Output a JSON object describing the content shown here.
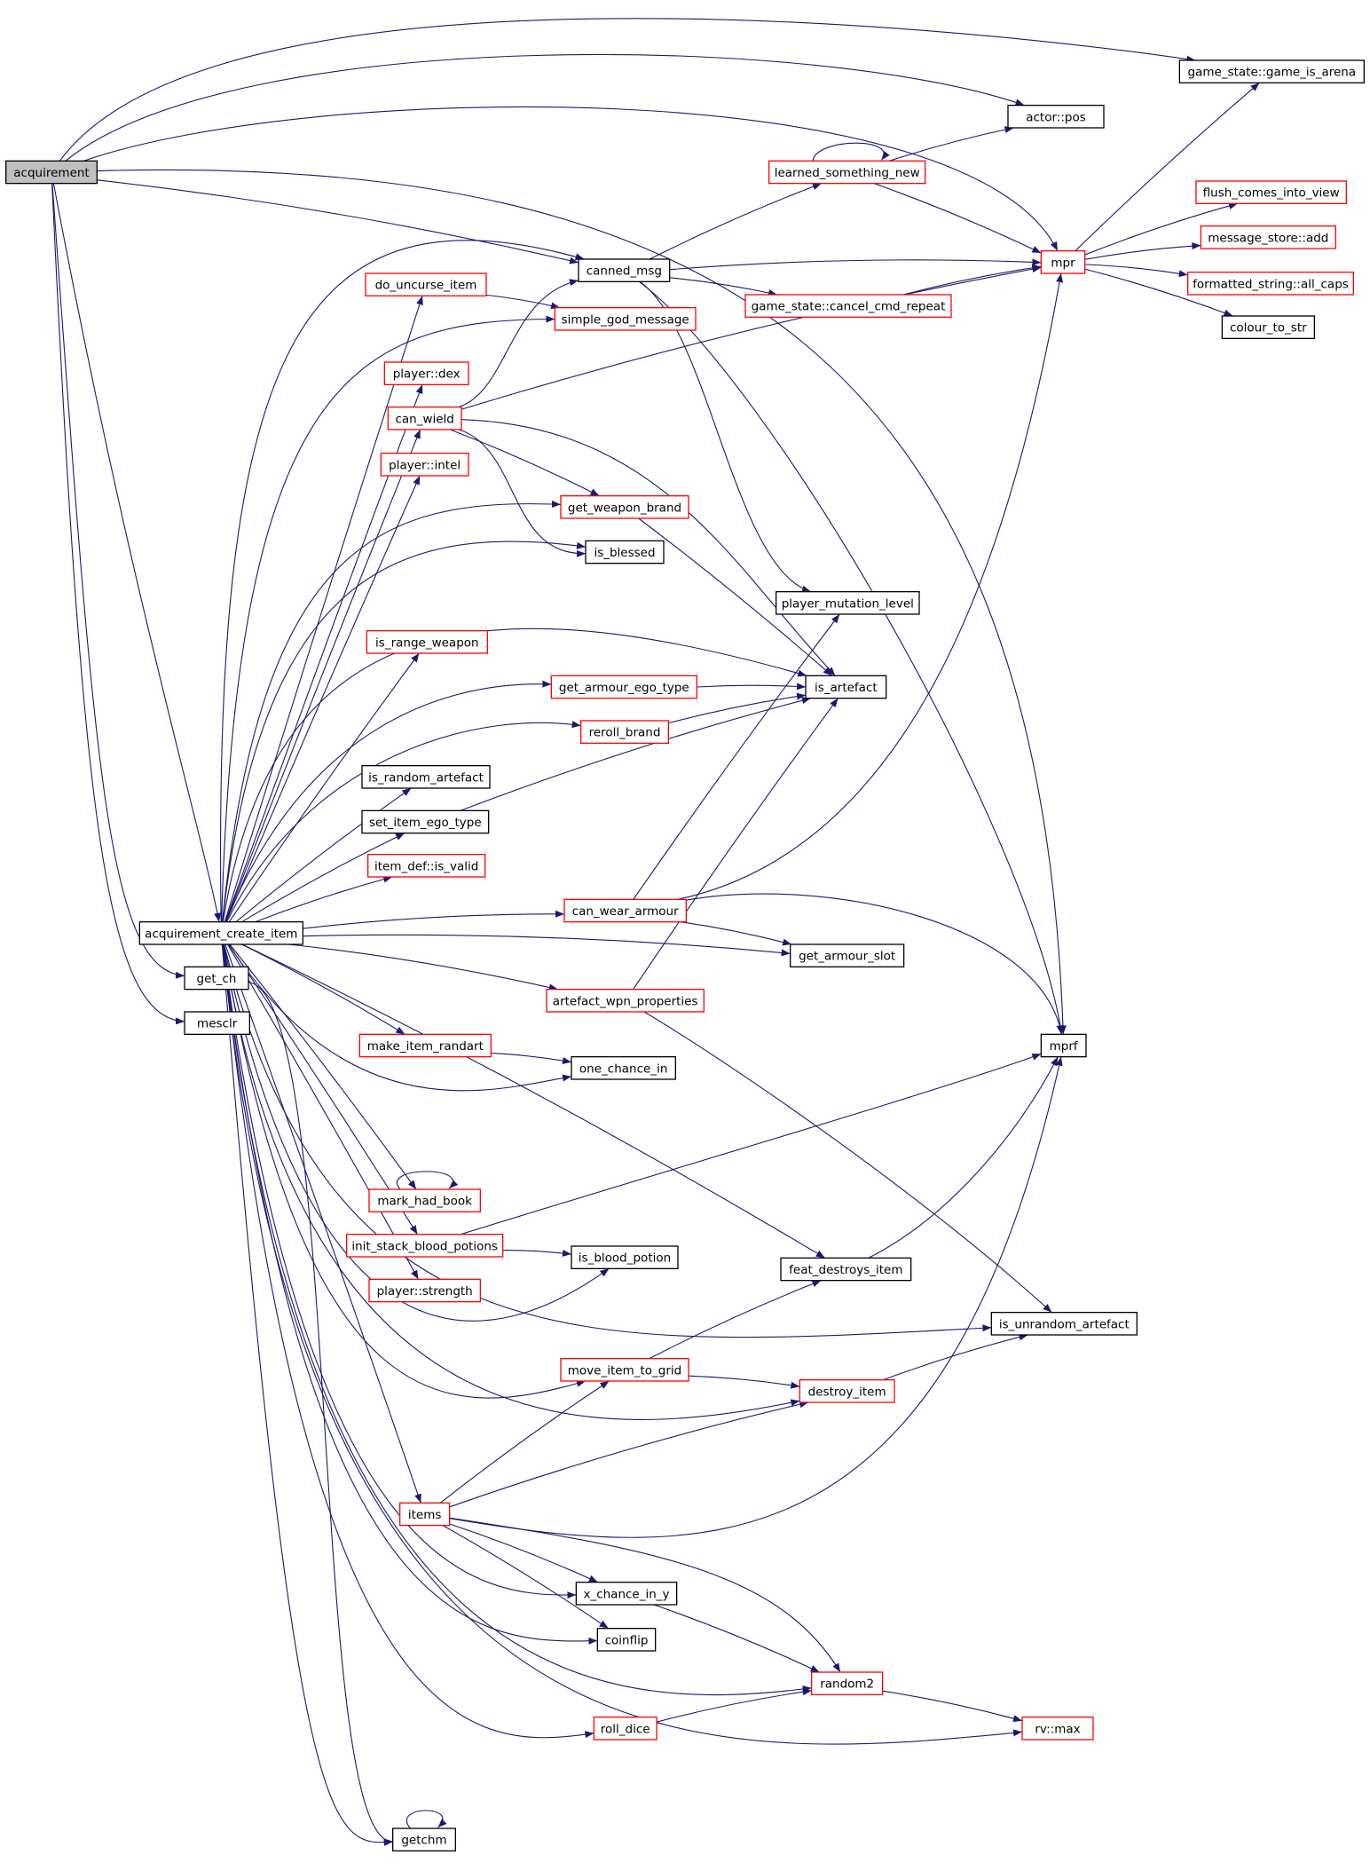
{
  "diagram": {
    "colors": {
      "edge": "#191970",
      "border_normal": "#000000",
      "border_red": "#ff0000",
      "root_fill": "#bfbfbf",
      "node_fill": "#ffffff"
    },
    "nodes": [
      {
        "id": "n_acq",
        "label": "acquirement",
        "style": "root"
      },
      {
        "id": "n_acqci",
        "label": "acquirement_create_item",
        "style": "black"
      },
      {
        "id": "n_getch",
        "label": "get_ch",
        "style": "black"
      },
      {
        "id": "n_mesclr",
        "label": "mesclr",
        "style": "black"
      },
      {
        "id": "n_arena",
        "label": "game_state::game_is_arena",
        "style": "black"
      },
      {
        "id": "n_pos",
        "label": "actor::pos",
        "style": "black"
      },
      {
        "id": "n_learn",
        "label": "learned_something_new",
        "style": "red"
      },
      {
        "id": "n_mpr",
        "label": "mpr",
        "style": "red"
      },
      {
        "id": "n_flush",
        "label": "flush_comes_into_view",
        "style": "red"
      },
      {
        "id": "n_msgadd",
        "label": "message_store::add",
        "style": "red"
      },
      {
        "id": "n_allcaps",
        "label": "formatted_string::all_caps",
        "style": "red"
      },
      {
        "id": "n_colstr",
        "label": "colour_to_str",
        "style": "black"
      },
      {
        "id": "n_canned",
        "label": "canned_msg",
        "style": "black"
      },
      {
        "id": "n_cancel",
        "label": "game_state::cancel_cmd_repeat",
        "style": "red"
      },
      {
        "id": "n_uncurse",
        "label": "do_uncurse_item",
        "style": "red"
      },
      {
        "id": "n_sgm",
        "label": "simple_god_message",
        "style": "red"
      },
      {
        "id": "n_dex",
        "label": "player::dex",
        "style": "red"
      },
      {
        "id": "n_wield",
        "label": "can_wield",
        "style": "red"
      },
      {
        "id": "n_intel",
        "label": "player::intel",
        "style": "red"
      },
      {
        "id": "n_gwb",
        "label": "get_weapon_brand",
        "style": "red"
      },
      {
        "id": "n_blessed",
        "label": "is_blessed",
        "style": "black"
      },
      {
        "id": "n_pml",
        "label": "player_mutation_level",
        "style": "black"
      },
      {
        "id": "n_range",
        "label": "is_range_weapon",
        "style": "red"
      },
      {
        "id": "n_gaet",
        "label": "get_armour_ego_type",
        "style": "red"
      },
      {
        "id": "n_artefact",
        "label": "is_artefact",
        "style": "black"
      },
      {
        "id": "n_reroll",
        "label": "reroll_brand",
        "style": "red"
      },
      {
        "id": "n_randart",
        "label": "is_random_artefact",
        "style": "black"
      },
      {
        "id": "n_siet",
        "label": "set_item_ego_type",
        "style": "black"
      },
      {
        "id": "n_valid",
        "label": "item_def::is_valid",
        "style": "red"
      },
      {
        "id": "n_cwa",
        "label": "can_wear_armour",
        "style": "red"
      },
      {
        "id": "n_gas",
        "label": "get_armour_slot",
        "style": "black"
      },
      {
        "id": "n_awp",
        "label": "artefact_wpn_properties",
        "style": "red"
      },
      {
        "id": "n_mpf",
        "label": "mprf",
        "style": "black"
      },
      {
        "id": "n_mir",
        "label": "make_item_randart",
        "style": "red"
      },
      {
        "id": "n_oci",
        "label": "one_chance_in",
        "style": "black"
      },
      {
        "id": "n_mhb",
        "label": "mark_had_book",
        "style": "red"
      },
      {
        "id": "n_isbp",
        "label": "init_stack_blood_potions",
        "style": "red"
      },
      {
        "id": "n_ibp",
        "label": "is_blood_potion",
        "style": "black"
      },
      {
        "id": "n_fdi",
        "label": "feat_destroys_item",
        "style": "black"
      },
      {
        "id": "n_str",
        "label": "player::strength",
        "style": "red"
      },
      {
        "id": "n_iua",
        "label": "is_unrandom_artefact",
        "style": "black"
      },
      {
        "id": "n_mitg",
        "label": "move_item_to_grid",
        "style": "red"
      },
      {
        "id": "n_destroy",
        "label": "destroy_item",
        "style": "red"
      },
      {
        "id": "n_items",
        "label": "items",
        "style": "red"
      },
      {
        "id": "n_xcy",
        "label": "x_chance_in_y",
        "style": "black"
      },
      {
        "id": "n_coin",
        "label": "coinflip",
        "style": "black"
      },
      {
        "id": "n_random2",
        "label": "random2",
        "style": "red"
      },
      {
        "id": "n_roll",
        "label": "roll_dice",
        "style": "red"
      },
      {
        "id": "n_max",
        "label": "rv::max",
        "style": "red"
      },
      {
        "id": "n_getchm",
        "label": "getchm",
        "style": "black"
      }
    ],
    "edges": [
      {
        "from": "n_acq",
        "to": "n_arena"
      },
      {
        "from": "n_acq",
        "to": "n_pos"
      },
      {
        "from": "n_acq",
        "to": "n_mpr"
      },
      {
        "from": "n_acq",
        "to": "n_canned"
      },
      {
        "from": "n_acq",
        "to": "n_mpf"
      },
      {
        "from": "n_acq",
        "to": "n_acqci"
      },
      {
        "from": "n_acq",
        "to": "n_getch"
      },
      {
        "from": "n_acq",
        "to": "n_mesclr"
      },
      {
        "from": "n_learn",
        "to": "n_learn"
      },
      {
        "from": "n_learn",
        "to": "n_pos"
      },
      {
        "from": "n_learn",
        "to": "n_mpr"
      },
      {
        "from": "n_mpr",
        "to": "n_arena"
      },
      {
        "from": "n_mpr",
        "to": "n_flush"
      },
      {
        "from": "n_mpr",
        "to": "n_msgadd"
      },
      {
        "from": "n_mpr",
        "to": "n_allcaps"
      },
      {
        "from": "n_mpr",
        "to": "n_colstr"
      },
      {
        "from": "n_canned",
        "to": "n_learn"
      },
      {
        "from": "n_canned",
        "to": "n_mpr"
      },
      {
        "from": "n_canned",
        "to": "n_cancel"
      },
      {
        "from": "n_canned",
        "to": "n_pml"
      },
      {
        "from": "n_canned",
        "to": "n_mpf"
      },
      {
        "from": "n_cancel",
        "to": "n_mpr"
      },
      {
        "from": "n_uncurse",
        "to": "n_sgm"
      },
      {
        "from": "n_wield",
        "to": "n_canned"
      },
      {
        "from": "n_wield",
        "to": "n_mpr"
      },
      {
        "from": "n_wield",
        "to": "n_gwb"
      },
      {
        "from": "n_wield",
        "to": "n_blessed"
      },
      {
        "from": "n_wield",
        "to": "n_artefact"
      },
      {
        "from": "n_gwb",
        "to": "n_artefact"
      },
      {
        "from": "n_gaet",
        "to": "n_artefact"
      },
      {
        "from": "n_reroll",
        "to": "n_artefact"
      },
      {
        "from": "n_siet",
        "to": "n_artefact"
      },
      {
        "from": "n_cwa",
        "to": "n_pml"
      },
      {
        "from": "n_cwa",
        "to": "n_mpr"
      },
      {
        "from": "n_cwa",
        "to": "n_gas"
      },
      {
        "from": "n_cwa",
        "to": "n_mpf"
      },
      {
        "from": "n_awp",
        "to": "n_artefact"
      },
      {
        "from": "n_awp",
        "to": "n_iua"
      },
      {
        "from": "n_mir",
        "to": "n_oci"
      },
      {
        "from": "n_mhb",
        "to": "n_mhb"
      },
      {
        "from": "n_isbp",
        "to": "n_mpf"
      },
      {
        "from": "n_isbp",
        "to": "n_ibp"
      },
      {
        "from": "n_fdi",
        "to": "n_mpf"
      },
      {
        "from": "n_mitg",
        "to": "n_fdi"
      },
      {
        "from": "n_mitg",
        "to": "n_destroy"
      },
      {
        "from": "n_destroy",
        "to": "n_iua"
      },
      {
        "from": "n_items",
        "to": "n_mitg"
      },
      {
        "from": "n_items",
        "to": "n_destroy"
      },
      {
        "from": "n_items",
        "to": "n_mpf"
      },
      {
        "from": "n_items",
        "to": "n_xcy"
      },
      {
        "from": "n_items",
        "to": "n_coin"
      },
      {
        "from": "n_items",
        "to": "n_random2"
      },
      {
        "from": "n_xcy",
        "to": "n_random2"
      },
      {
        "from": "n_random2",
        "to": "n_max"
      },
      {
        "from": "n_roll",
        "to": "n_random2"
      },
      {
        "from": "n_getchm",
        "to": "n_getchm"
      },
      {
        "from": "n_getch",
        "to": "n_getchm"
      },
      {
        "from": "n_acqci",
        "to": "n_canned"
      },
      {
        "from": "n_acqci",
        "to": "n_uncurse"
      },
      {
        "from": "n_acqci",
        "to": "n_sgm"
      },
      {
        "from": "n_acqci",
        "to": "n_dex"
      },
      {
        "from": "n_acqci",
        "to": "n_wield"
      },
      {
        "from": "n_acqci",
        "to": "n_intel"
      },
      {
        "from": "n_acqci",
        "to": "n_gwb"
      },
      {
        "from": "n_acqci",
        "to": "n_blessed"
      },
      {
        "from": "n_acqci",
        "to": "n_artefact"
      },
      {
        "from": "n_acqci",
        "to": "n_range"
      },
      {
        "from": "n_acqci",
        "to": "n_gaet"
      },
      {
        "from": "n_acqci",
        "to": "n_reroll"
      },
      {
        "from": "n_acqci",
        "to": "n_randart"
      },
      {
        "from": "n_acqci",
        "to": "n_siet"
      },
      {
        "from": "n_acqci",
        "to": "n_valid"
      },
      {
        "from": "n_acqci",
        "to": "n_cwa"
      },
      {
        "from": "n_acqci",
        "to": "n_gas"
      },
      {
        "from": "n_acqci",
        "to": "n_awp"
      },
      {
        "from": "n_acqci",
        "to": "n_mir"
      },
      {
        "from": "n_acqci",
        "to": "n_oci"
      },
      {
        "from": "n_acqci",
        "to": "n_mhb"
      },
      {
        "from": "n_acqci",
        "to": "n_isbp"
      },
      {
        "from": "n_acqci",
        "to": "n_fdi"
      },
      {
        "from": "n_acqci",
        "to": "n_str"
      },
      {
        "from": "n_acqci",
        "to": "n_ibp"
      },
      {
        "from": "n_acqci",
        "to": "n_iua"
      },
      {
        "from": "n_acqci",
        "to": "n_mitg"
      },
      {
        "from": "n_acqci",
        "to": "n_destroy"
      },
      {
        "from": "n_acqci",
        "to": "n_items"
      },
      {
        "from": "n_acqci",
        "to": "n_xcy"
      },
      {
        "from": "n_acqci",
        "to": "n_coin"
      },
      {
        "from": "n_acqci",
        "to": "n_random2"
      },
      {
        "from": "n_acqci",
        "to": "n_roll"
      },
      {
        "from": "n_acqci",
        "to": "n_max"
      },
      {
        "from": "n_acqci",
        "to": "n_getchm"
      }
    ]
  }
}
